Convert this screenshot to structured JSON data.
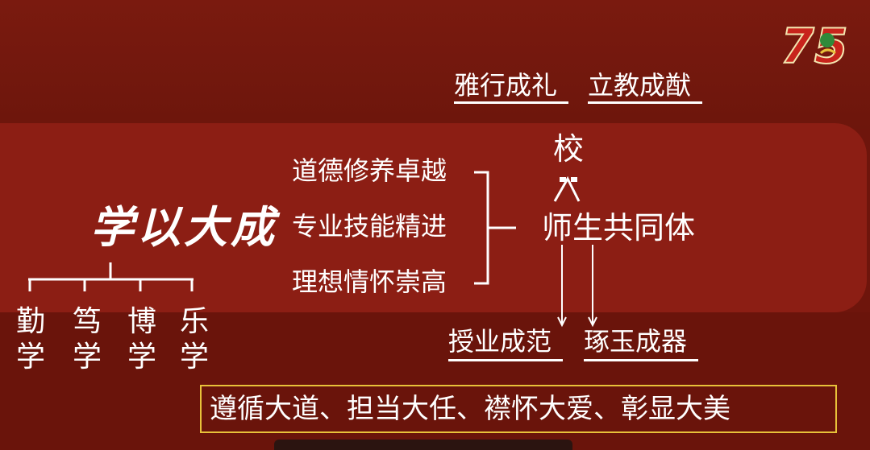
{
  "top_left": "雅行成礼",
  "top_right": "立教成猷",
  "school": "校",
  "community": "师生共同体",
  "bottom_left": "授业成范",
  "bottom_right": "琢玉成器",
  "title": "学以大成",
  "qualities": [
    "道德修养卓越",
    "专业技能精进",
    "理想情怀崇高"
  ],
  "learning": [
    {
      "top": "勤",
      "bottom": "学"
    },
    {
      "top": "笃",
      "bottom": "学"
    },
    {
      "top": "博",
      "bottom": "学"
    },
    {
      "top": "乐",
      "bottom": "学"
    }
  ],
  "motto": "遵循大道、担当大任、襟怀大爱、彰显大美",
  "logo": {
    "number": "75",
    "icon": "anniversary-75-logo",
    "color": "#c8241c",
    "accent": "#e8c23a"
  }
}
